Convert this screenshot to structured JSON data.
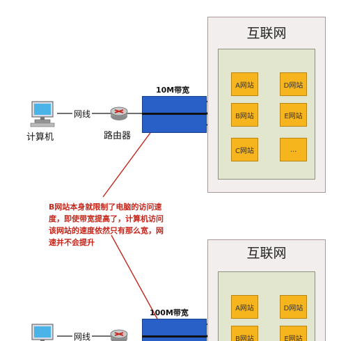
{
  "top": {
    "internet_title": "互联网",
    "bandwidth_label": "10M带宽",
    "sites": [
      "A网站",
      "D网站",
      "B网站",
      "E网站",
      "C网站",
      "..."
    ],
    "network_label": "网线",
    "computer_label": "计算机",
    "router_label": "路由器"
  },
  "note": {
    "lines": [
      "B网站本身就限制了电脑的访问速",
      "度，即使带宽提高了，计算机访问",
      "该网站的速度依然只有那么宽，网",
      "速并不会提升"
    ]
  },
  "bottom": {
    "internet_title": "互联网",
    "bandwidth_label": "100M带宽",
    "sites": [
      "A网站",
      "D网站",
      "B网站",
      "E网站"
    ],
    "network_label": "网线"
  },
  "colors": {
    "bandwidth_box": "#2860c8",
    "site_box": "#f6b51c",
    "inner_panel": "#e3e6cf",
    "internet_panel": "#f3eeee",
    "arrow": "#c4261a",
    "wire": "#1a1a1a"
  }
}
